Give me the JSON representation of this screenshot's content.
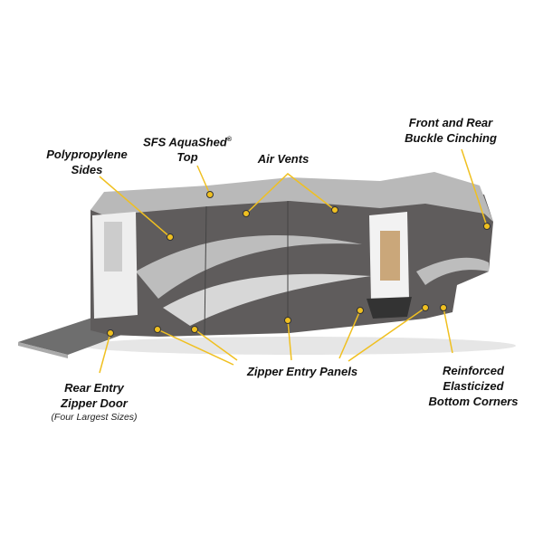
{
  "callouts": {
    "polypropylene": {
      "line1": "Polypropylene",
      "line2": "Sides"
    },
    "aquashed": {
      "line1": "SFS AquaShed",
      "mark": "®",
      "line2": "Top"
    },
    "air_vents": {
      "line1": "Air Vents"
    },
    "buckle": {
      "line1": "Front and Rear",
      "line2": "Buckle Cinching"
    },
    "zipper_panels": {
      "line1": "Zipper Entry Panels"
    },
    "rear_door": {
      "line1": "Rear Entry",
      "line2": "Zipper Door",
      "note": "(Four Largest Sizes)"
    },
    "corners": {
      "line1": "Reinforced",
      "line2": "Elasticized",
      "line3": "Bottom Corners"
    }
  },
  "colors": {
    "callout": "#f0c020",
    "cover_dark": "#5f5c5c",
    "cover_light": "#b9b9b9",
    "background": "#ffffff"
  }
}
